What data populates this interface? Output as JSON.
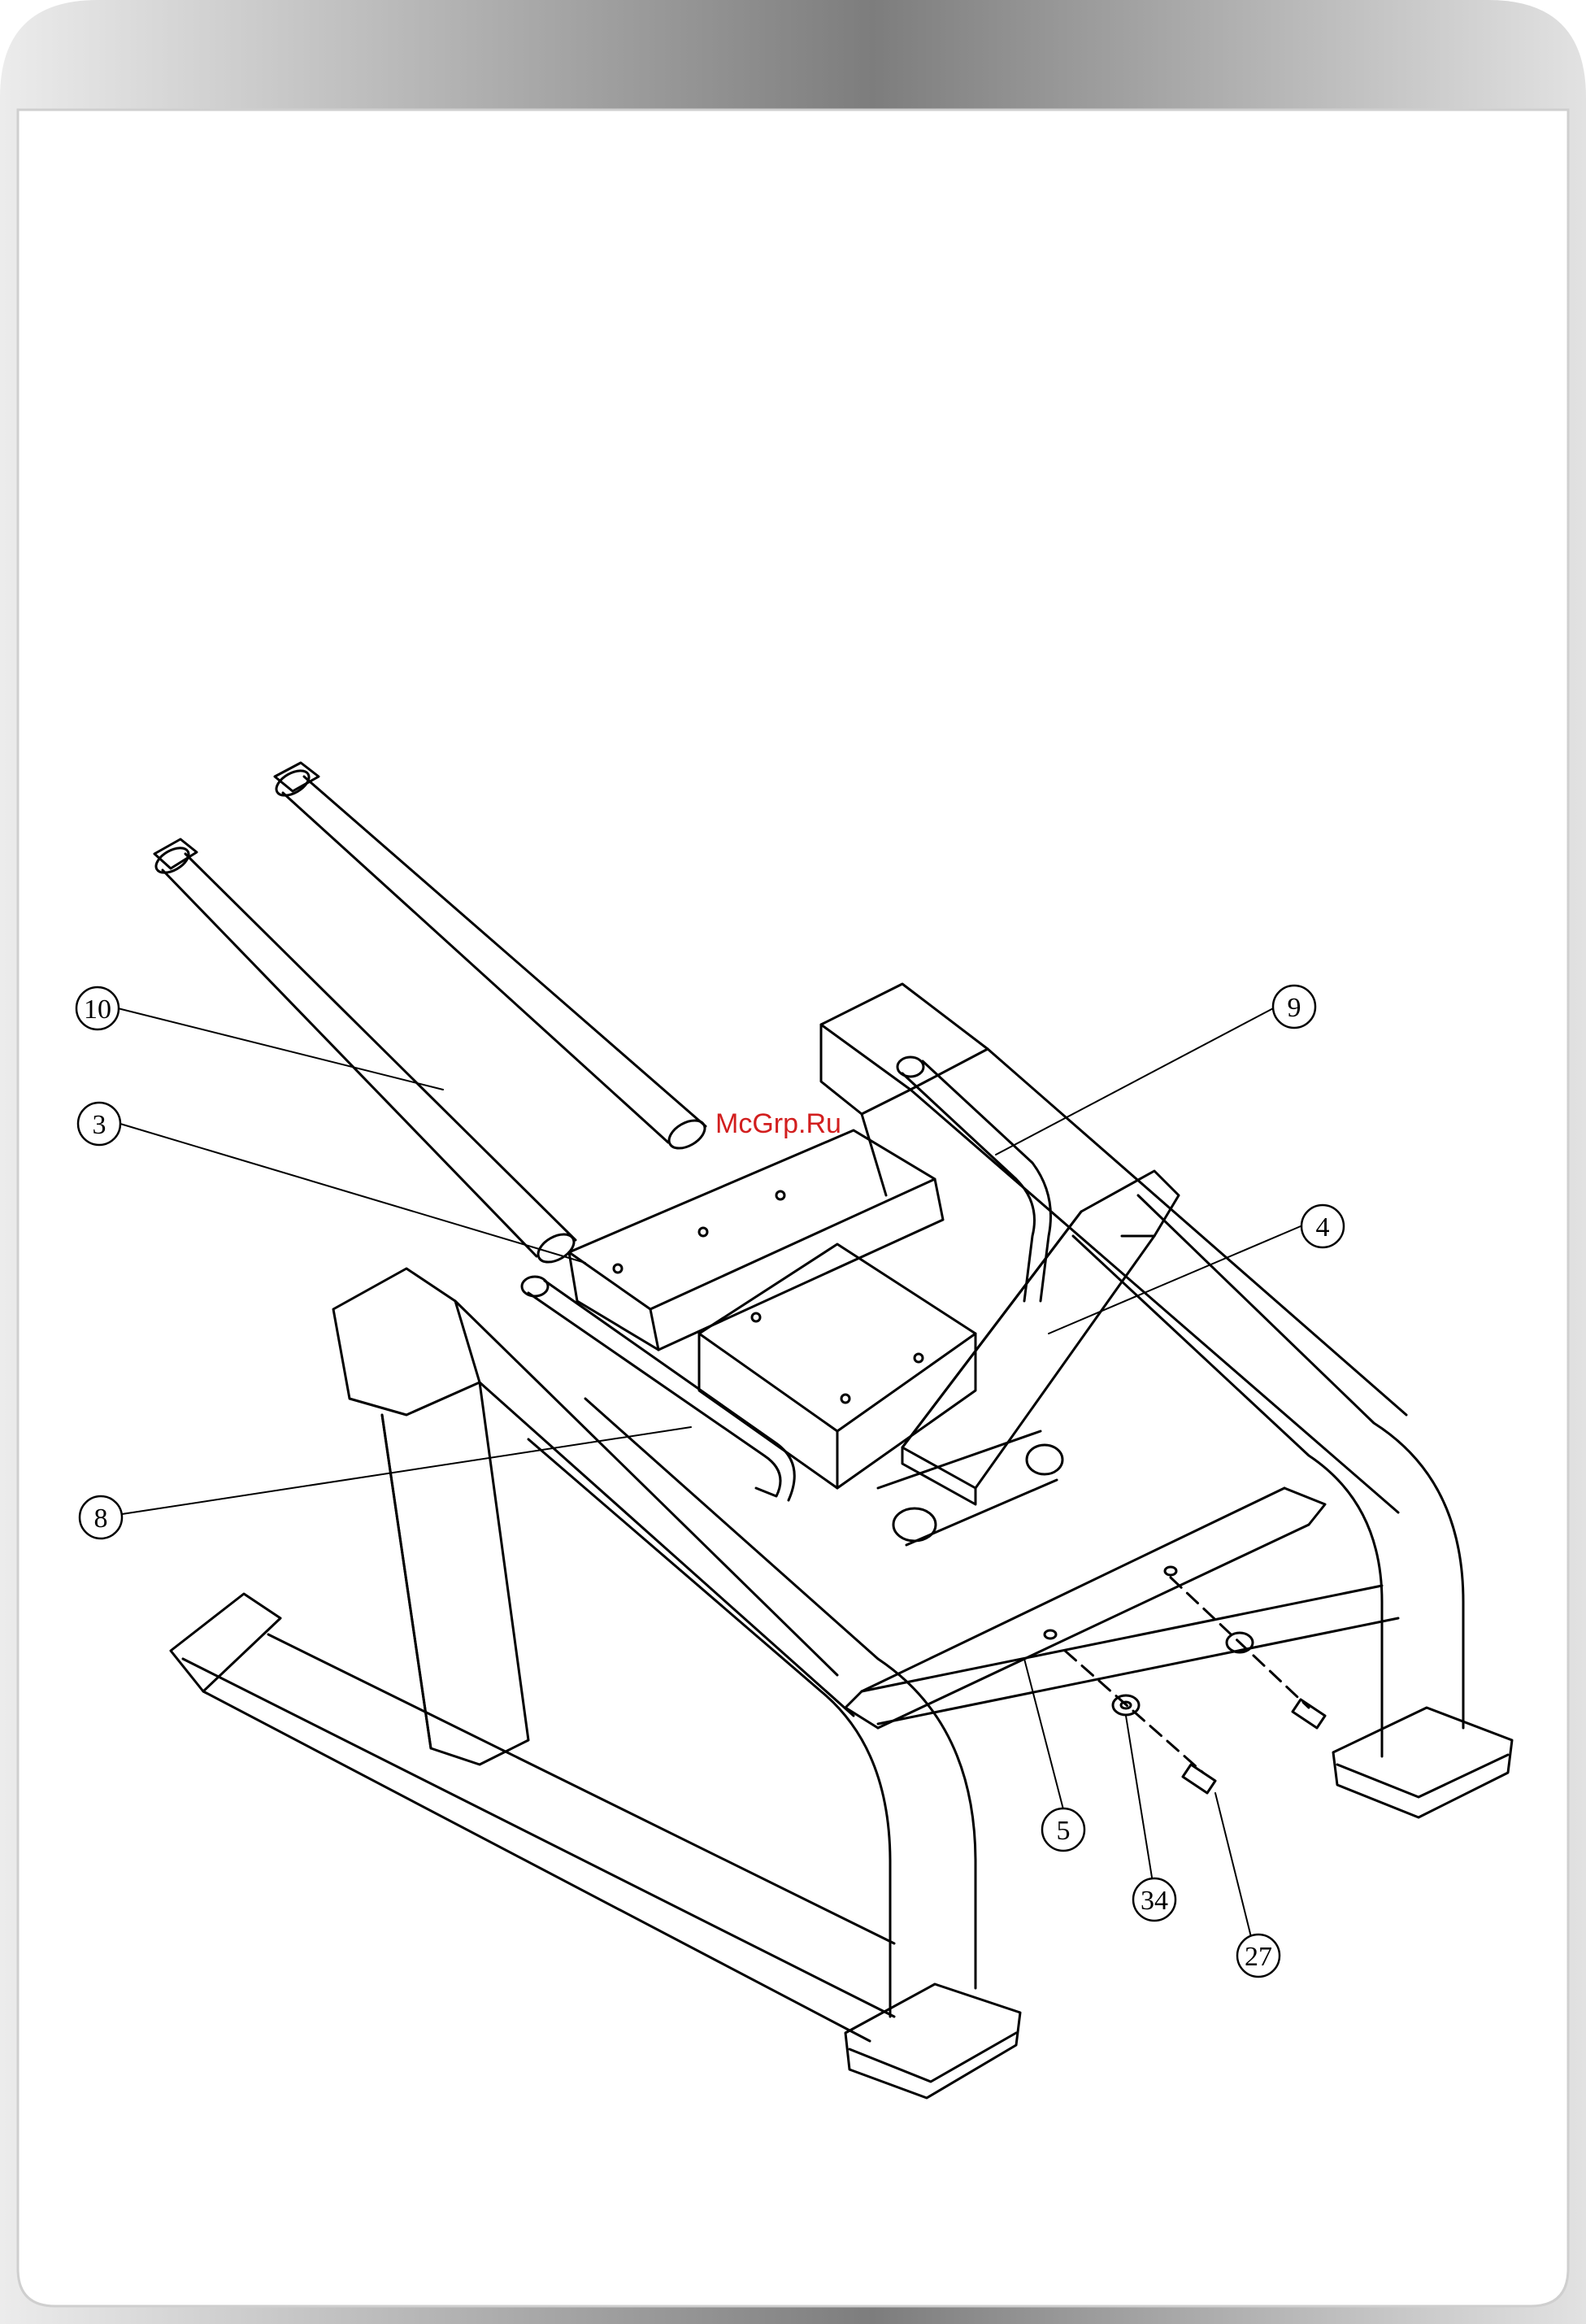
{
  "watermark": "McGrp.Ru",
  "colors": {
    "header_gradient_dark": "#7a7a7a",
    "header_gradient_light": "#e6e6e6",
    "frame_border": "#d0d0d0",
    "line": "#000000",
    "watermark": "#d21e1e"
  },
  "callouts": [
    {
      "id": "10",
      "label": "10"
    },
    {
      "id": "3",
      "label": "3"
    },
    {
      "id": "8",
      "label": "8"
    },
    {
      "id": "9",
      "label": "9"
    },
    {
      "id": "4",
      "label": "4"
    },
    {
      "id": "5",
      "label": "5"
    },
    {
      "id": "34",
      "label": "34"
    },
    {
      "id": "27",
      "label": "27"
    }
  ]
}
